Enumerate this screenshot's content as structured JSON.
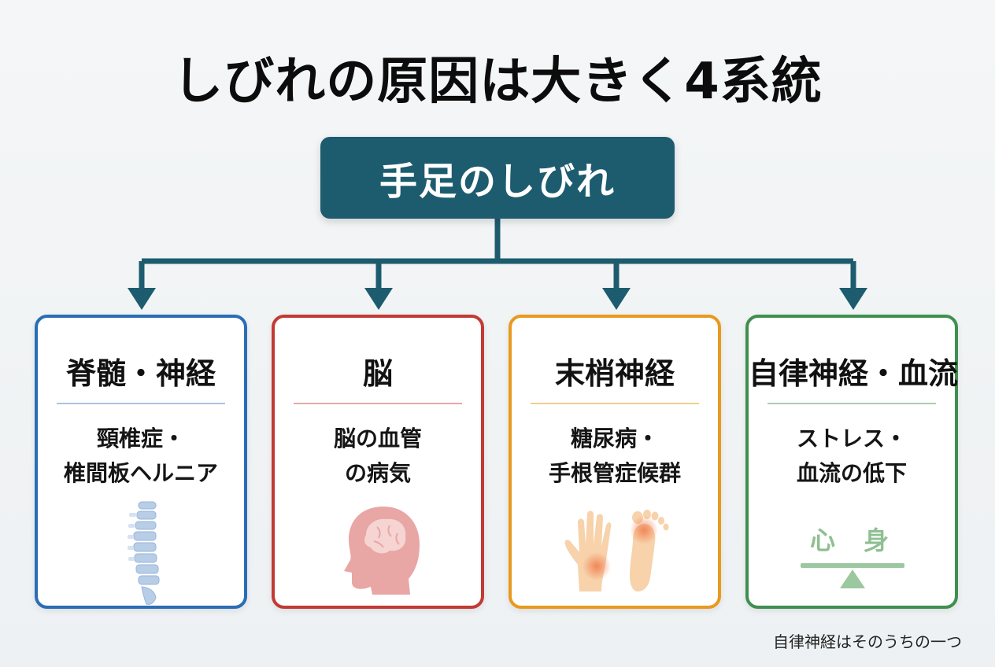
{
  "title": "しびれの原因は大きく4系統",
  "root": {
    "label": "手足のしびれ"
  },
  "colors": {
    "root": "#1d5c6e",
    "connector": "#1d5c6e",
    "spine": "#2a6db5",
    "brain": "#c23a33",
    "peripheral": "#e89a1e",
    "autonomic": "#3f8f4f"
  },
  "categories": [
    {
      "title": "脊髄・神経",
      "desc": [
        "頸椎症・",
        "椎間板ヘルニア"
      ],
      "icon": "spine-icon",
      "color": "#2a6db5"
    },
    {
      "title": "脳",
      "desc": [
        "脳の血管",
        "の病気"
      ],
      "icon": "head-brain-icon",
      "color": "#c23a33"
    },
    {
      "title": "末梢神経",
      "desc": [
        "糖尿病・",
        "手根管症候群"
      ],
      "icon": "hand-foot-icon",
      "color": "#e89a1e"
    },
    {
      "title": "自律神経・血流",
      "desc": [
        "ストレス・",
        "血流の低下"
      ],
      "icon": "mind-body-balance-icon",
      "color": "#3f8f4f",
      "balance_left": "心",
      "balance_right": "身"
    }
  ],
  "footnote": "自律神経はそのうちの一つ"
}
